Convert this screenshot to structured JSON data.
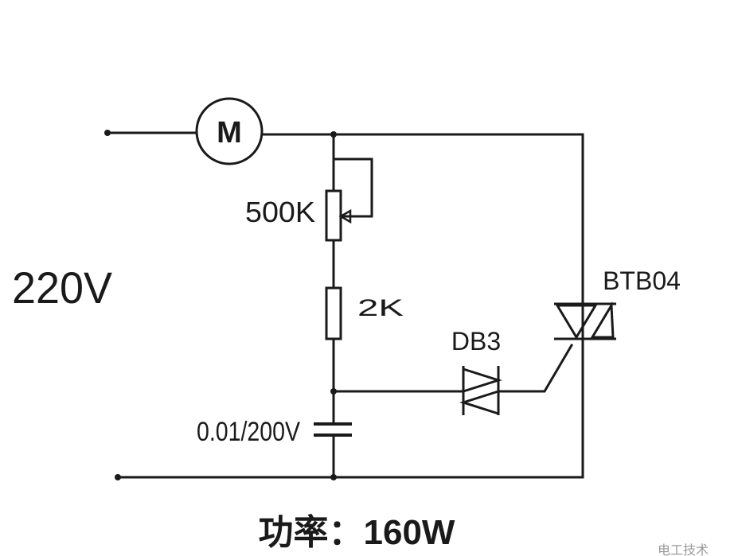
{
  "diagram": {
    "supply_voltage": "220V",
    "motor_symbol": "M",
    "potentiometer_label": "500K",
    "resistor_label": "2K",
    "capacitor_label": "0.01/200V",
    "diac_label": "DB3",
    "triac_label": "BTB04",
    "power_caption": "功率：160W",
    "watermark": "电工技术"
  },
  "colors": {
    "wire": "#1a1a1a",
    "background": "#ffffff"
  }
}
